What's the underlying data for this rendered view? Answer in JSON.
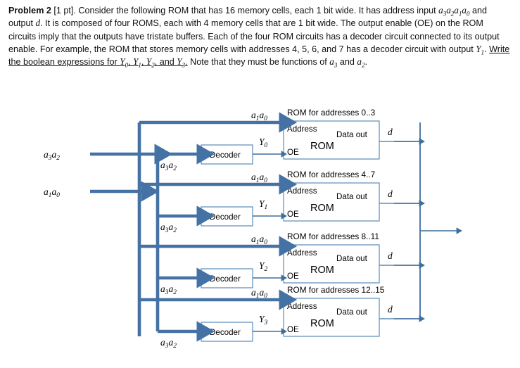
{
  "problem": {
    "label": "Problem 2",
    "points": "[1 pt].",
    "s1_a": "Consider the following ROM that has 16 memory cells, each 1 bit wide.  It has address input",
    "addr_input": "a3a2a1a0",
    "s1_b": "and output",
    "output_var": "d",
    "s2": ".  It is composed of four ROMS, each with 4 memory cells that are 1 bit wide.  The output enable (OE) on the ROM circuits imply that the outputs have tristate buffers.  Each of the four ROM circuits has a decoder circuit connected to its output enable.    For example, the ROM that stores memory cells with addresses 4, 5, 6, and 7 has a decoder circuit with output",
    "y1": "Y1",
    "s3": ".",
    "underlined": "Write the boolean expressions for Y0, Y1, Y2, and Y3.",
    "s4": "Note that they must be functions of",
    "a3": "a3",
    "and": "and",
    "a2": "a2",
    "period": "."
  },
  "diagram": {
    "inputs": [
      {
        "name": "input-a3a2",
        "label": "a3a2"
      },
      {
        "name": "input-a1a0",
        "label": "a1a0"
      }
    ],
    "output": {
      "name": "output-d",
      "label": "d"
    },
    "decoder_label": "Decoder",
    "decoder_input_label": "a3a2",
    "rom_address_port": "Address",
    "rom_oe_port": "OE",
    "rom_dataout_port": "Data  out",
    "rom_body_label": "ROM",
    "rom_data_label": "d",
    "rom_addr_bus_label": "a1a0",
    "rows": [
      {
        "caption": "ROM for addresses 0..3",
        "decoder_output": "Y0"
      },
      {
        "caption": "ROM for addresses 4..7",
        "decoder_output": "Y1"
      },
      {
        "caption": "ROM for addresses 8..11",
        "decoder_output": "Y2"
      },
      {
        "caption": "ROM for addresses 12..15",
        "decoder_output": "Y3"
      }
    ],
    "colors": {
      "bus": "#4472A4",
      "thin_line": "#5B8DB8",
      "box_border": "#5B8DB8",
      "background": "#FFFFFF"
    }
  }
}
